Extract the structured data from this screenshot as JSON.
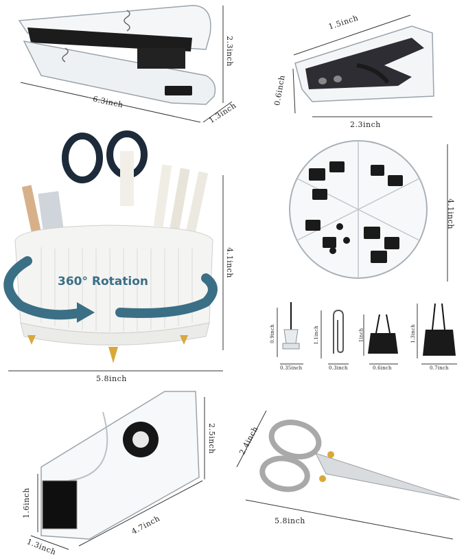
{
  "stapler": {
    "length": "6.3inch",
    "height": "2.3inch",
    "width": "1.3inch"
  },
  "staple_remover": {
    "length": "1.5inch",
    "height": "0.6inch",
    "width": "2.3inch"
  },
  "pen_holder": {
    "banner": "360° Rotation",
    "height": "4.1inch",
    "width": "5.8inch"
  },
  "clip_tray": {
    "diameter": "4.1inch"
  },
  "small_items": [
    {
      "name": "push-pin",
      "height": "0.9inch",
      "width": "0.35inch"
    },
    {
      "name": "paper-clip",
      "height": "1.1inch",
      "width": "0.3inch"
    },
    {
      "name": "binder-clip-small",
      "height": "1inch",
      "width": "0.6inch"
    },
    {
      "name": "binder-clip-large",
      "height": "1.3inch",
      "width": "0.7inch"
    }
  ],
  "tape_dispenser": {
    "height": "2.5inch",
    "front_height": "1.6inch",
    "length": "4.7inch",
    "width": "1.3inch"
  },
  "scissors": {
    "height": "2.4inch",
    "length": "5.8inch"
  },
  "colors": {
    "line": "#333333",
    "accent": "#3a6f86",
    "gold": "#d8a93a"
  }
}
